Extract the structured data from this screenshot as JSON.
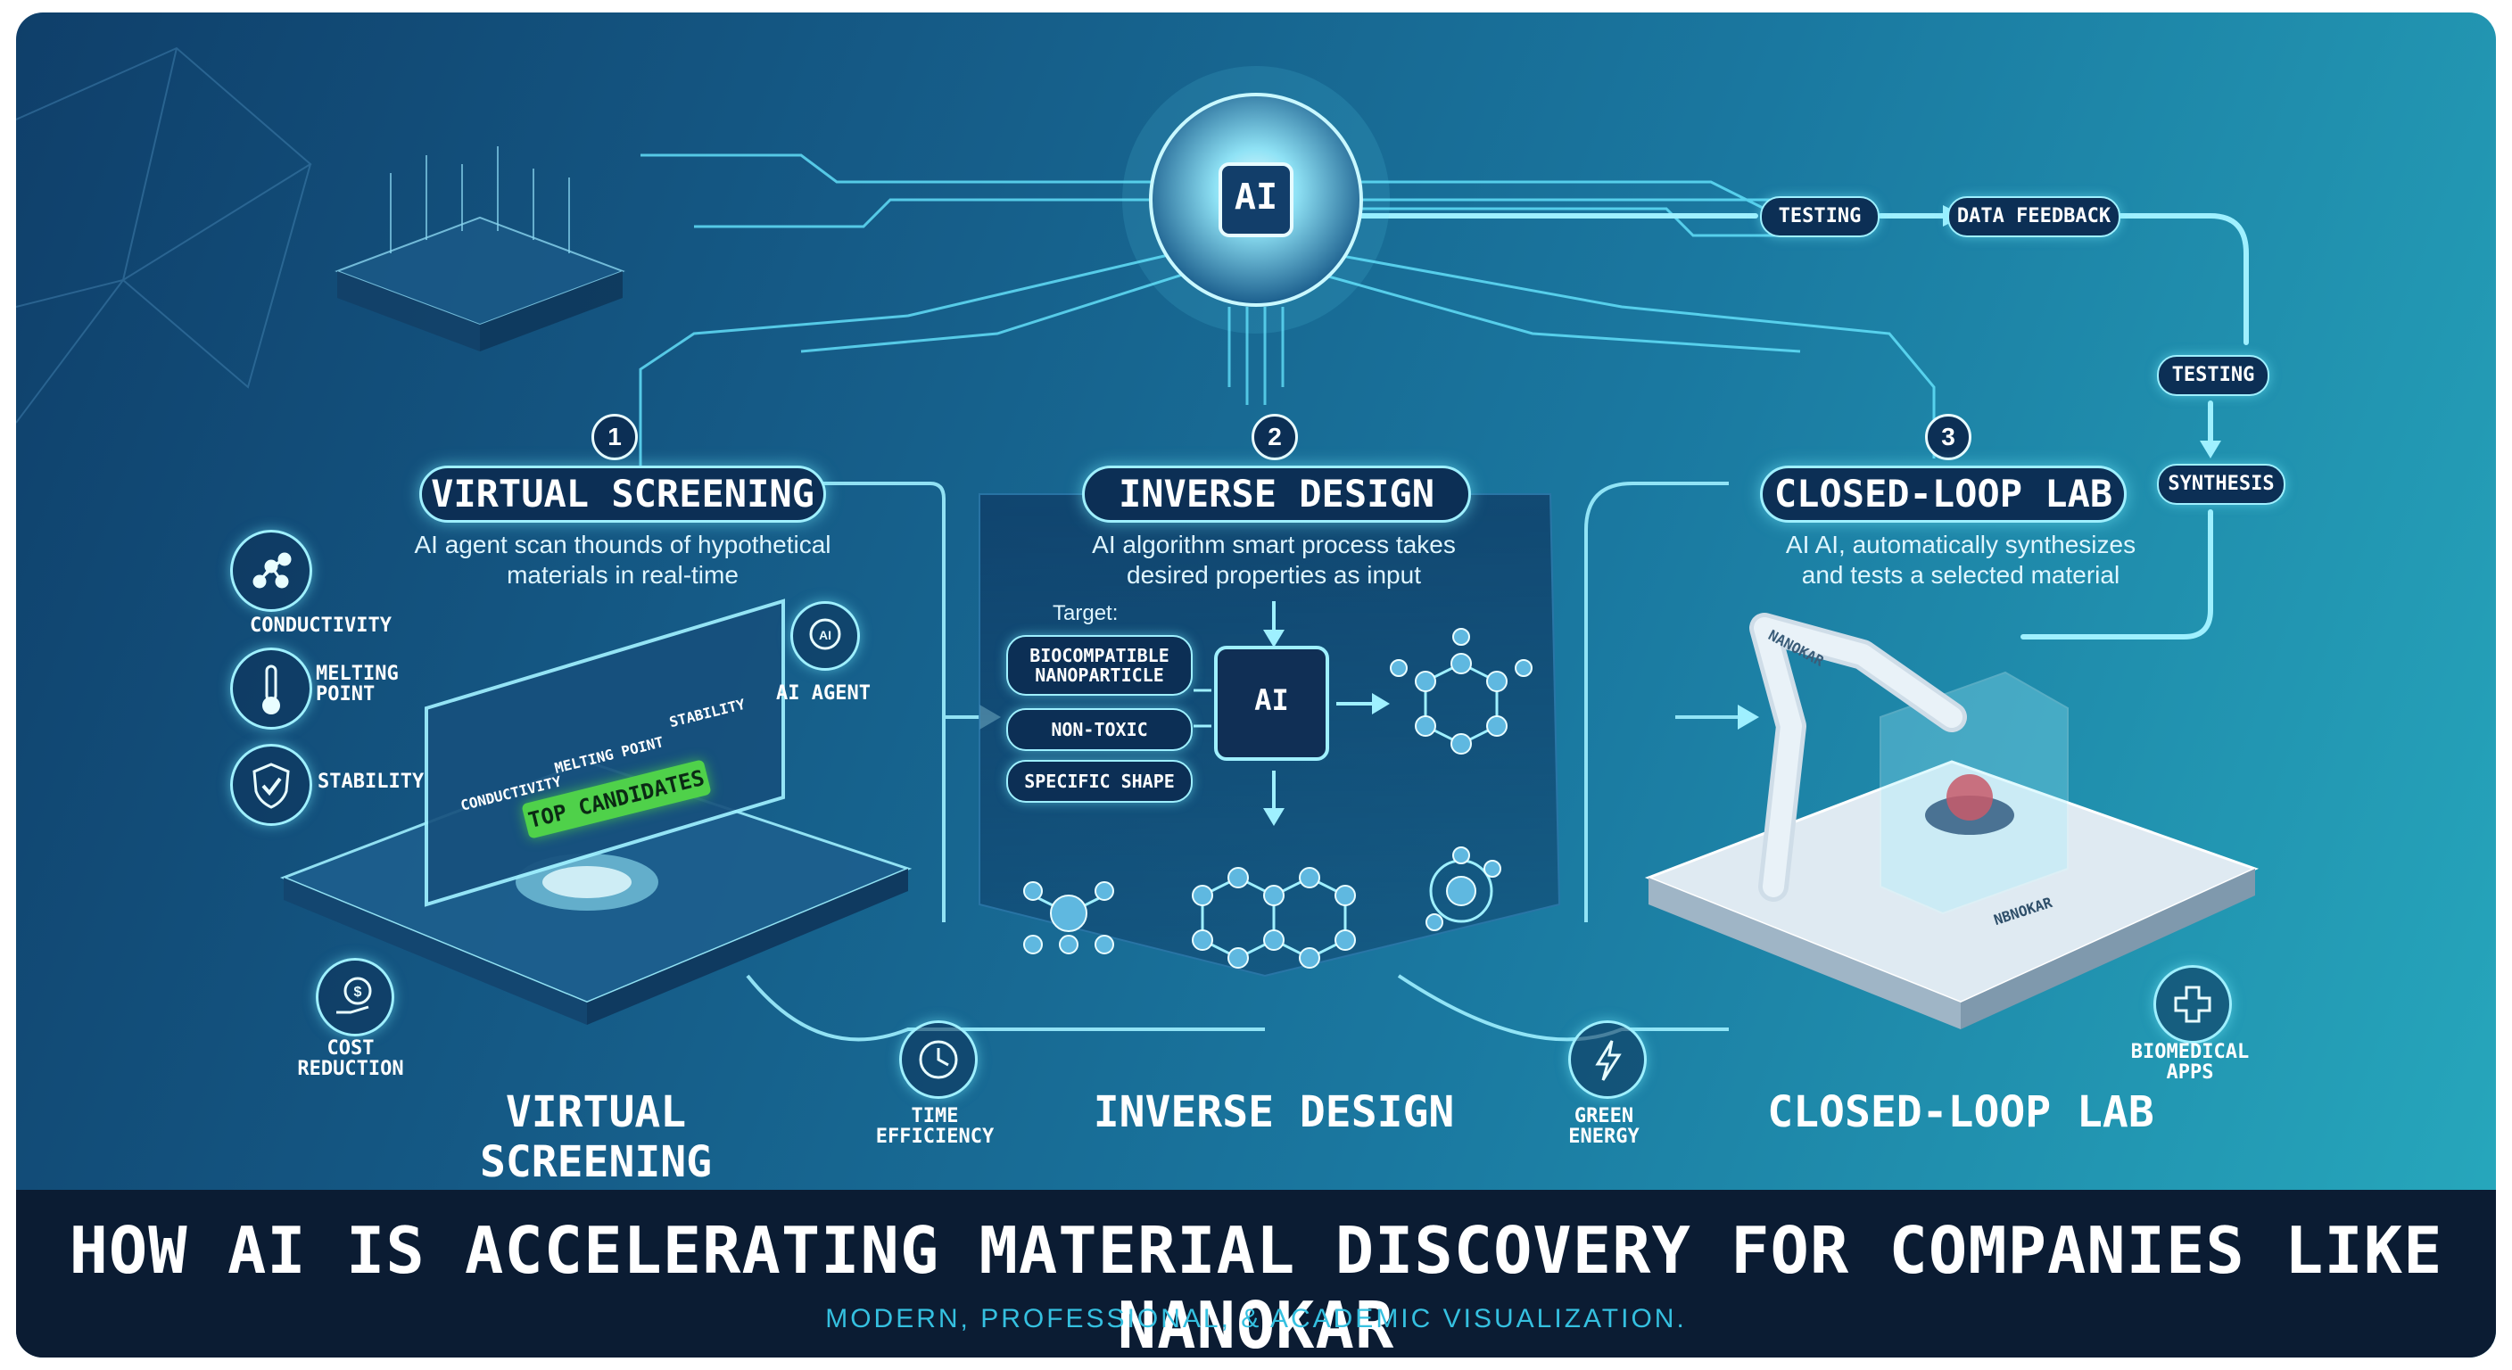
{
  "colors": {
    "accent": "#9ff0ff",
    "panel": "#0c2f55",
    "glow": "#66e6ff",
    "footer": "#0b1c33",
    "green": "#4fd14a"
  },
  "ai_hub": {
    "label": "AI"
  },
  "feedback": {
    "testing_top": "TESTING",
    "data_feedback": "DATA FEEDBACK",
    "testing_side": "TESTING",
    "synthesis": "SYNTHESIS"
  },
  "steps": [
    {
      "number": "1",
      "title": "VIRTUAL SCREENING",
      "description": [
        "AI agent scan thounds of hypothetical",
        "materials in real-time"
      ],
      "bottom_label": "VIRTUAL SCREENING"
    },
    {
      "number": "2",
      "title": "INVERSE DESIGN",
      "description": [
        "AI algorithm smart process takes",
        "desired properties as input"
      ],
      "bottom_label": "INVERSE DESIGN"
    },
    {
      "number": "3",
      "title": "CLOSED-LOOP LAB",
      "description": [
        "AI AI, automatically synthesizes",
        "and tests a selected material"
      ],
      "bottom_label": "CLOSED-LOOP LAB"
    }
  ],
  "screening": {
    "properties": [
      "CONDUCTIVITY",
      "MELTING POINT",
      "STABILITY"
    ],
    "screen_cards": [
      "CONDUCTIVITY",
      "MELTING POINT",
      "STABILITY"
    ],
    "top_candidates": "TOP CANDIDATES",
    "ai_agent": "AI AGENT",
    "cost_reduction": "COST REDUCTION"
  },
  "inverse": {
    "target_label": "Target:",
    "targets": [
      "BIOCOMPATIBLE NANOPARTICLE",
      "NON-TOXIC",
      "SPECIFIC SHAPE"
    ],
    "ai_label": "AI"
  },
  "lab": {
    "robot_text": "NANOKAR",
    "station_text": "NBNOKAR"
  },
  "benefits": {
    "time_efficiency": "TIME EFFICIENCY",
    "green_energy": "GREEN ENERGY",
    "biomedical_apps": "BIOMEDICAL APPS"
  },
  "footer": {
    "title": "HOW AI IS ACCELERATING MATERIAL DISCOVERY FOR COMPANIES LIKE NANOKAR",
    "subtitle": "MODERN, PROFESSIONAL, & ACADEMIC VISUALIZATION."
  }
}
